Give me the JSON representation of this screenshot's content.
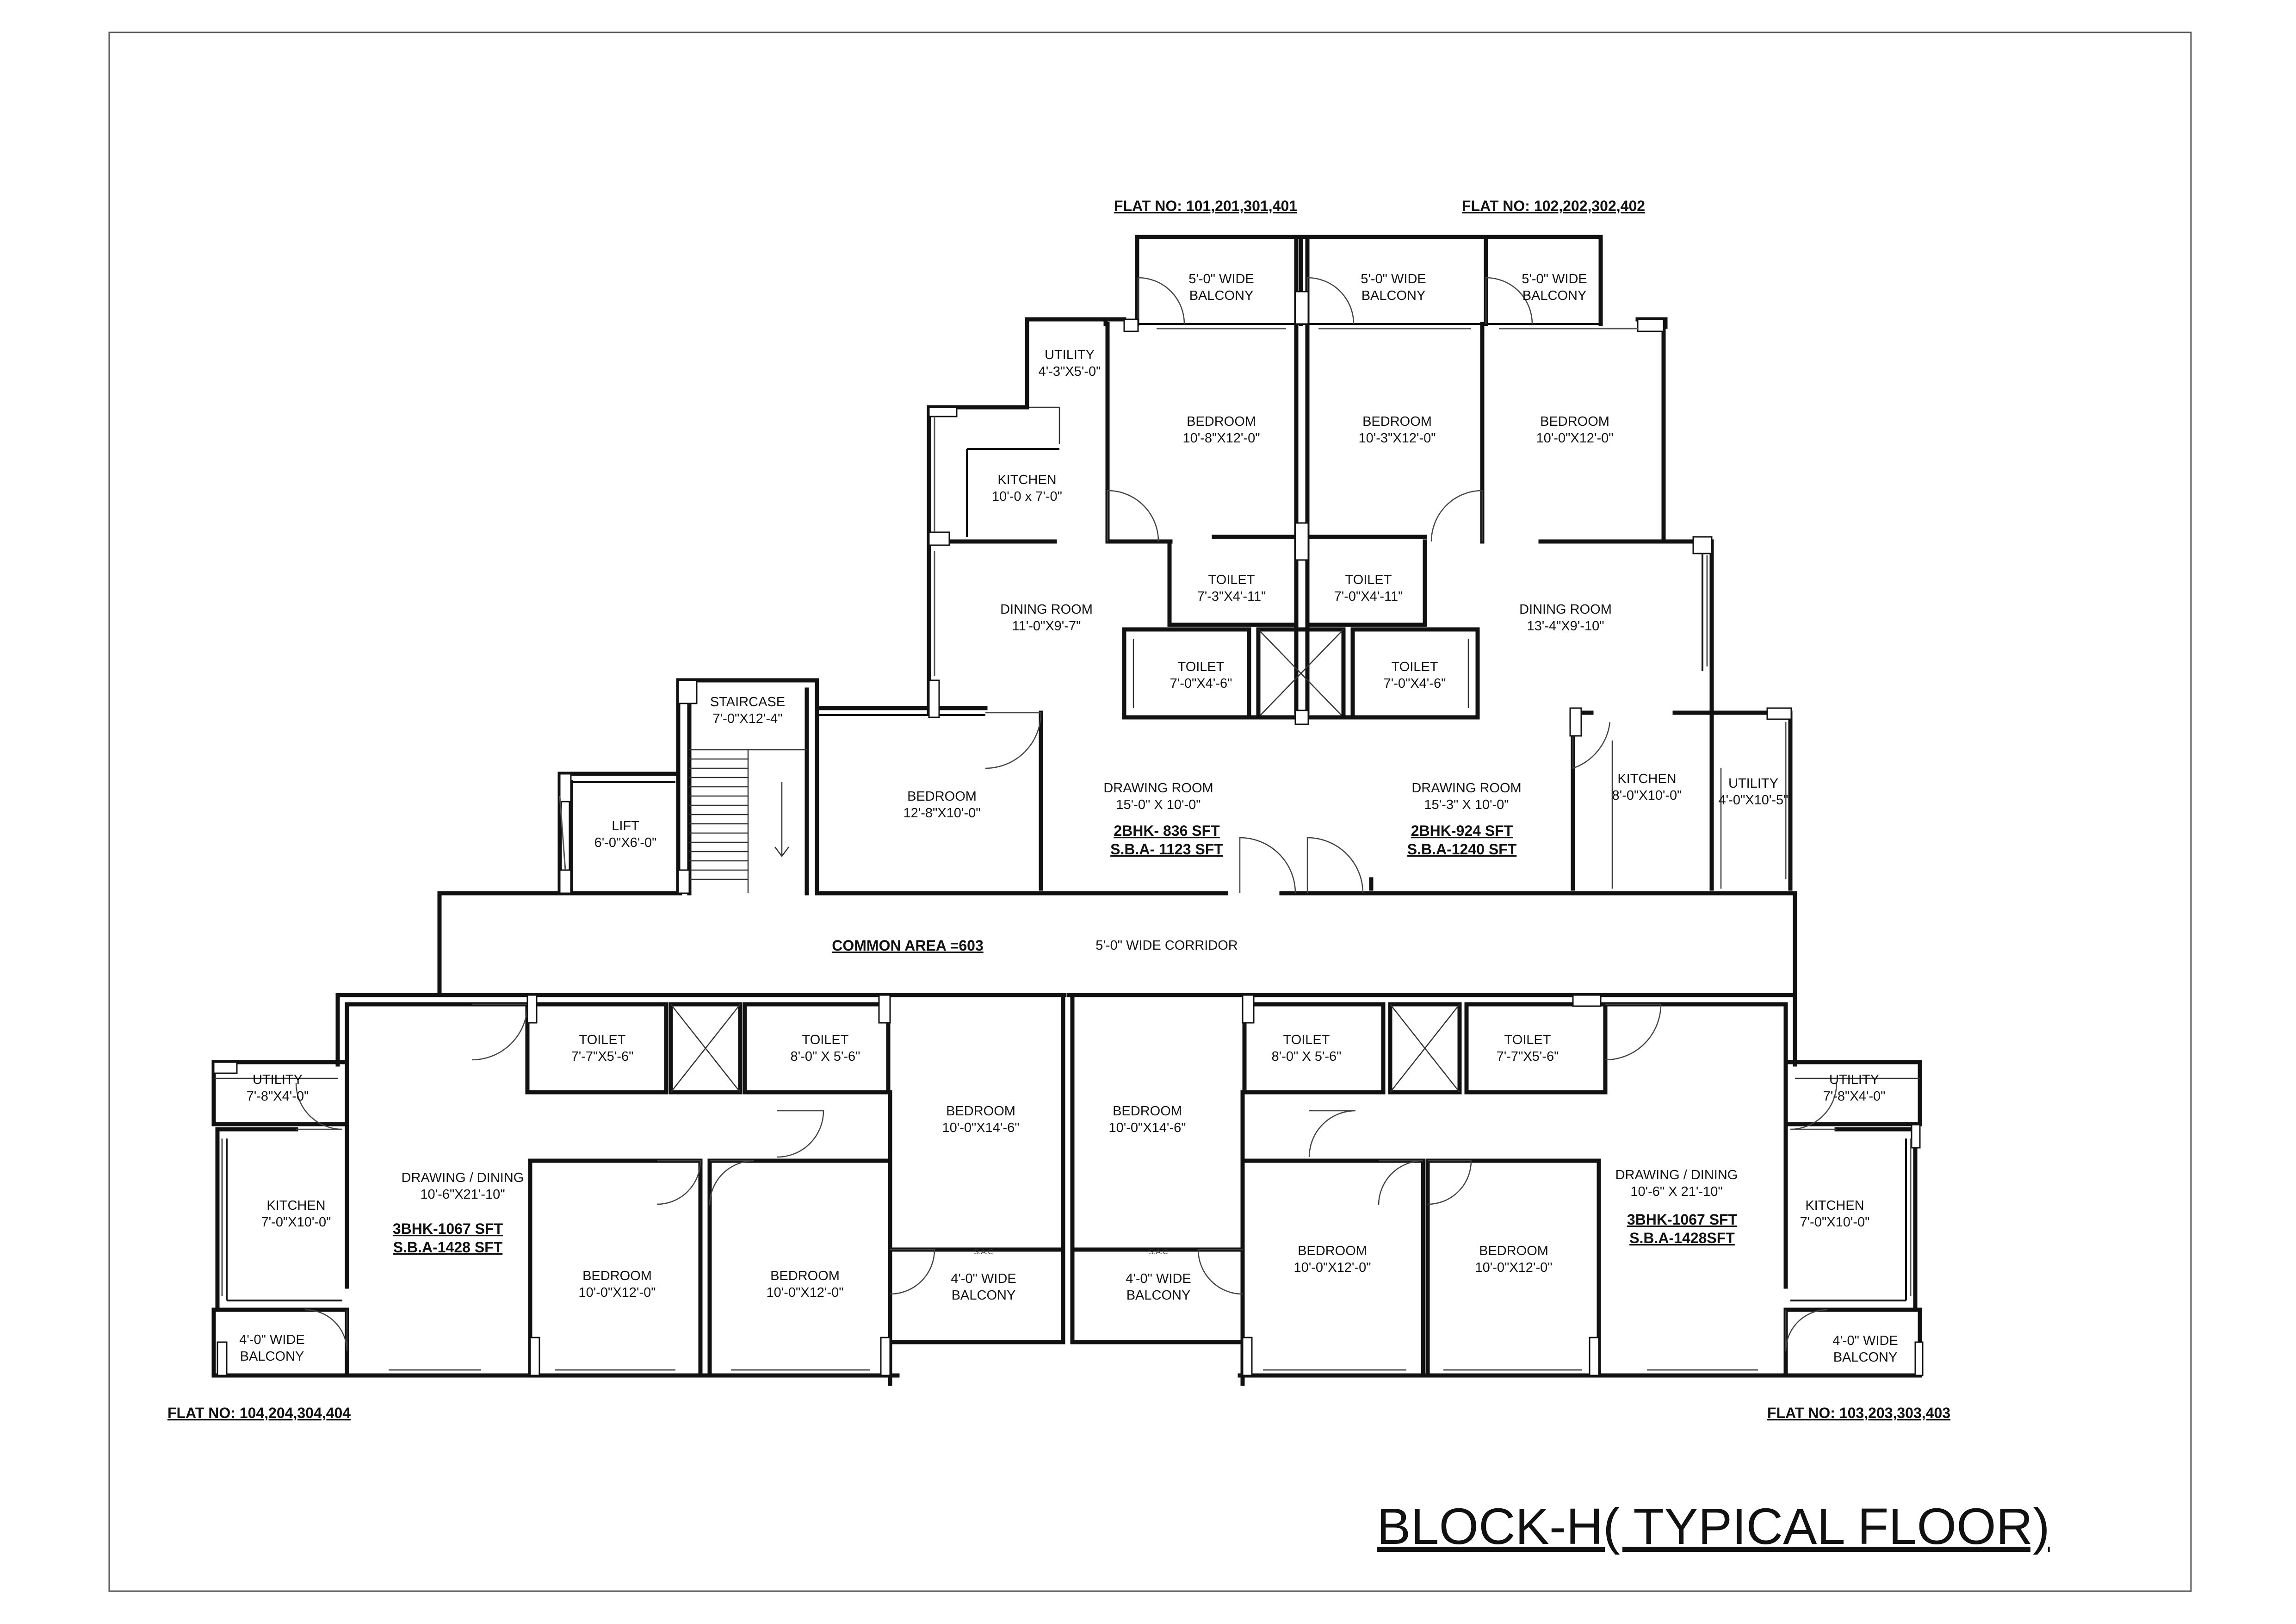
{
  "drawing_title": "BLOCK-H( TYPICAL FLOOR)",
  "flats": {
    "top_left": "FLAT NO: 101,201,301,401",
    "top_right": "FLAT NO: 102,202,302,402",
    "bottom_left": "FLAT NO: 104,204,304,404",
    "bottom_right": "FLAT NO: 103,203,303,403"
  },
  "common": {
    "area": "COMMON AREA =603",
    "corridor": "5'-0\" WIDE CORRIDOR"
  },
  "rooms": {
    "balcony_t1": [
      "5'-0\" WIDE",
      "BALCONY"
    ],
    "balcony_t2": [
      "5'-0\" WIDE",
      "BALCONY"
    ],
    "balcony_t3": [
      "5'-0\" WIDE",
      "BALCONY"
    ],
    "utility_tl": [
      "UTILITY",
      "4'-3\"X5'-0\""
    ],
    "bedroom_t1": [
      "BEDROOM",
      "10'-8\"X12'-0\""
    ],
    "bedroom_t2": [
      "BEDROOM",
      "10'-3\"X12'-0\""
    ],
    "bedroom_t3": [
      "BEDROOM",
      "10'-0\"X12'-0\""
    ],
    "kitchen_tl": [
      "KITCHEN",
      "10'-0 x 7'-0\""
    ],
    "dining_tl": [
      "DINING ROOM",
      "11'-0\"X9'-7\""
    ],
    "toilet_t1": [
      "TOILET",
      "7'-3\"X4'-11\""
    ],
    "toilet_t2": [
      "TOILET",
      "7'-0\"X4'-11\""
    ],
    "toilet_t3": [
      "TOILET",
      "7'-0\"X4'-6\""
    ],
    "toilet_t4": [
      "TOILET",
      "7'-0\"X4'-6\""
    ],
    "dining_tr": [
      "DINING ROOM",
      "13'-4\"X9'-10\""
    ],
    "staircase": [
      "STAIRCASE",
      "7'-0\"X12'-4\""
    ],
    "lift": [
      "LIFT",
      "6'-0\"X6'-0\""
    ],
    "bedroom_t4": [
      "BEDROOM",
      "12'-8\"X10'-0\""
    ],
    "drawing_tl": [
      "DRAWING ROOM",
      "15'-0\" X 10'-0\""
    ],
    "drawing_tr": [
      "DRAWING ROOM",
      "15'-3\" X 10'-0\""
    ],
    "kitchen_tr": [
      "KITCHEN",
      "8'-0\"X10'-0\""
    ],
    "utility_tr": [
      "UTILITY",
      "4'-0\"X10'-5\""
    ],
    "utility_bl": [
      "UTILITY",
      "7'-8\"X4'-0\""
    ],
    "kitchen_bl": [
      "KITCHEN",
      "7'-0\"X10'-0\""
    ],
    "balcony_bl": [
      "4'-0\" WIDE",
      "BALCONY"
    ],
    "drawing_bl": [
      "DRAWING / DINING",
      "10'-6\"X21'-10\""
    ],
    "toilet_b1": [
      "TOILET",
      "7'-7\"X5'-6\""
    ],
    "toilet_b2": [
      "TOILET",
      "8'-0\" X 5'-6\""
    ],
    "bedroom_b1": [
      "BEDROOM",
      "10'-0\"X14'-6\""
    ],
    "bedroom_b2": [
      "BEDROOM",
      "10'-0\"X12'-0\""
    ],
    "bedroom_b3": [
      "BEDROOM",
      "10'-0\"X12'-0\""
    ],
    "balcony_b1": [
      "4'-0\" WIDE",
      "BALCONY"
    ],
    "balcony_b2": [
      "4'-0\" WIDE",
      "BALCONY"
    ],
    "bedroom_b4": [
      "BEDROOM",
      "10'-0\"X14'-6\""
    ],
    "toilet_b3": [
      "TOILET",
      "8'-0\" X 5'-6\""
    ],
    "toilet_b4": [
      "TOILET",
      "7'-7\"X5'-6\""
    ],
    "bedroom_b5": [
      "BEDROOM",
      "10'-0\"X12'-0\""
    ],
    "bedroom_b6": [
      "BEDROOM",
      "10'-0\"X12'-0\""
    ],
    "drawing_br": [
      "DRAWING / DINING",
      "10'-6\" X 21'-10\""
    ],
    "utility_br": [
      "UTILITY",
      "7'-8\"X4'-0\""
    ],
    "kitchen_br": [
      "KITCHEN",
      "7'-0\"X10'-0\""
    ],
    "balcony_br": [
      "4'-0\" WIDE",
      "BALCONY"
    ]
  },
  "areas": {
    "tl": [
      "2BHK- 836 SFT",
      "S.B.A- 1123 SFT"
    ],
    "tr": [
      "2BHK-924 SFT",
      "S.B.A-1240 SFT"
    ],
    "bl": [
      "3BHK-1067 SFT",
      "S.B.A-1428 SFT"
    ],
    "br": [
      "3BHK-1067 SFT",
      "S.B.A-1428SFT"
    ]
  },
  "sac": "S.A.C"
}
